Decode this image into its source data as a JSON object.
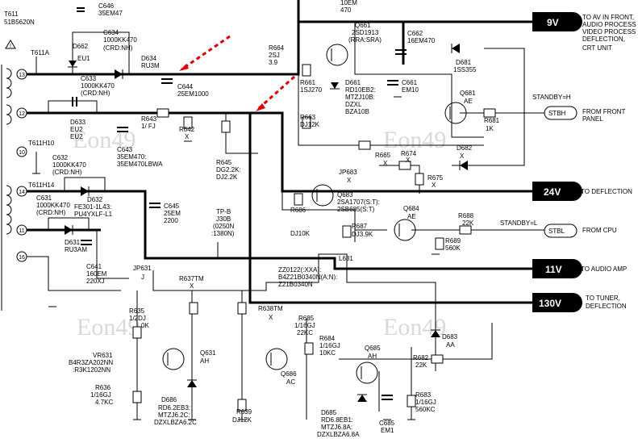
{
  "watermark": "Eon49",
  "labels": {
    "t611": "T611",
    "t611_part": "51B5620N",
    "t611a": "T611A\nX"
  },
  "pins": {
    "p13": "13",
    "p12": "12",
    "p10": "10",
    "p14": "14",
    "p11": "11",
    "p16": "16"
  },
  "outputs": {
    "v9": {
      "tag": "9V",
      "desc": [
        "TO AV IN FRONT,",
        "AUDIO PROCESS",
        "VIDEO PROCESS",
        "DEFLECTION,",
        "CRT UNIT"
      ]
    },
    "v24": {
      "tag": "24V",
      "desc": "TO DEFLECTION"
    },
    "v11": {
      "tag": "11V",
      "desc": "TO AUDIO AMP"
    },
    "v130": {
      "tag": "130V",
      "desc": [
        "TO TUNER,",
        "DEFLECTION"
      ]
    }
  },
  "inputs": {
    "stbh": {
      "tag": "STBH",
      "desc": [
        "FROM FRONT",
        "PANEL"
      ],
      "level": "STANDBY=H"
    },
    "stbl": {
      "tag": "STBL",
      "desc": "FROM CPU",
      "level": "STANDBY=L"
    }
  },
  "components": [
    [
      "C646",
      "35EM47"
    ],
    [
      "D662",
      "EU1"
    ],
    [
      "C634",
      "1000KK470",
      "(CRD:NH)"
    ],
    [
      "D634",
      "RU3M"
    ],
    [
      "C644",
      "25EM1000"
    ],
    [
      "C633",
      "1000KK470",
      "(CRD:NH)"
    ],
    [
      "D633",
      "EU2",
      "EU2"
    ],
    [
      "R643",
      "1/ FJ"
    ],
    [
      "R642",
      "X"
    ],
    [
      "C643",
      "35EM470:",
      "35EM470LBWA"
    ],
    [
      "T611H10"
    ],
    [
      "C632",
      "1000KK470",
      "(CRD:NH)"
    ],
    [
      "T611H14"
    ],
    [
      "C631",
      "1000KK470",
      "(CRD:NH)"
    ],
    [
      "D632",
      "FE301-1L43:",
      "PU4YXLF-L1"
    ],
    [
      "C645",
      "25EM",
      "2200"
    ],
    [
      "D631",
      "RU3AM"
    ],
    [
      "C641",
      "160EM",
      "220XJ"
    ],
    [
      "TP-B",
      "J30B",
      "(0250N",
      ":1380N)"
    ],
    [
      "R645",
      "DG2.2K:",
      "DJ2.2K"
    ],
    [
      "JP631",
      "J"
    ],
    [
      "R637TM",
      "X"
    ],
    [
      "R635",
      "1/2DJ",
      "0K"
    ],
    [
      "VR631",
      "B4R3ZA202NN",
      ":R3K1202NN"
    ],
    [
      "R636",
      "1/16GJ",
      "4.7KC"
    ],
    [
      "Q631",
      "AH"
    ],
    [
      "D686",
      "RD6.2EB3:",
      "MTZJ6.2C:",
      "DZXLBZA6.2C"
    ],
    [
      "R638TM",
      "X"
    ],
    [
      "R639",
      "DJ12K"
    ],
    [
      "R685",
      "1/16GJ",
      "22KC"
    ],
    [
      "R684",
      "1/16GJ",
      "10KC"
    ],
    [
      "Q686",
      "AC"
    ],
    [
      "Q685",
      "AH"
    ],
    [
      "D685",
      "RD6.8EB1:",
      "MTZJ6.8A:",
      "DZXLBZA6.8A"
    ],
    [
      "C685",
      "EM1"
    ],
    [
      "R683",
      "1/16GJ",
      "560KC"
    ],
    [
      "R682",
      "22K"
    ],
    [
      "D683",
      "AA"
    ],
    [
      "ZZ0122(:XXA):",
      "B4Z21B0340N(A:N):",
      "Z21B0340N"
    ],
    [
      "L631"
    ],
    [
      "R686",
      "DJ10K"
    ],
    [
      "R687",
      "DJ3.9K"
    ],
    [
      "Q683",
      "2SA1707(S:T):",
      "2SB685(S:T)"
    ],
    [
      "JP683",
      "X"
    ],
    [
      "Q684",
      "AE"
    ],
    [
      "R688",
      "22K"
    ],
    [
      "R689",
      "560K"
    ],
    [
      "R665",
      "X"
    ],
    [
      "R674",
      "X"
    ],
    [
      "R675",
      "X"
    ],
    [
      "D682",
      "X"
    ],
    [
      "R681",
      "1K"
    ],
    [
      "Q681",
      "AE"
    ],
    [
      "R663",
      "DJ12K"
    ],
    [
      "R661",
      "1SJ270"
    ],
    [
      "D661",
      "RD10EB2:",
      "MTZJ10B:",
      "DZXL",
      "BZA10B"
    ],
    [
      "C661",
      "EM10"
    ],
    [
      "R664",
      "2SJ",
      "3.9"
    ],
    [
      "Q661",
      "2SD1913",
      "(RRA:SRA)"
    ],
    [
      "C662",
      "16EM470"
    ],
    [
      "D681",
      "1SS355"
    ],
    [
      "10EM",
      "470"
    ]
  ]
}
